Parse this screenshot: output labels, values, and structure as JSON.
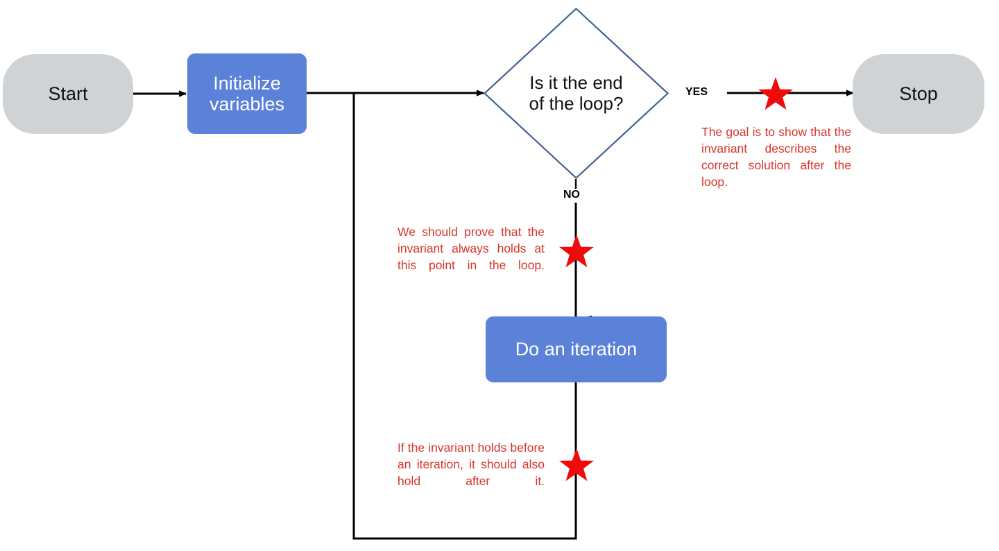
{
  "diagram": {
    "title": "Loop invariant proof flowchart",
    "type": "flowchart",
    "colors": {
      "process_fill": "#5b82d8",
      "terminal_fill": "#d0d3d6",
      "decision_stroke": "#40618c",
      "edge_stroke": "#000000",
      "annotation_text": "#d8352a",
      "star_fill": "#ef0b0b",
      "background": "#ffffff"
    },
    "nodes": [
      {
        "id": "start",
        "label": "Start",
        "shape": "terminal"
      },
      {
        "id": "init",
        "label": "Initialize\nvariables",
        "shape": "process"
      },
      {
        "id": "decision",
        "label": "Is it the end\nof the loop?",
        "shape": "decision"
      },
      {
        "id": "stop",
        "label": "Stop",
        "shape": "terminal"
      },
      {
        "id": "iterate",
        "label": "Do an iteration",
        "shape": "process"
      }
    ],
    "edge_labels": [
      {
        "id": "yes",
        "label": "YES"
      },
      {
        "id": "no",
        "label": "NO"
      }
    ],
    "annotations": [
      {
        "id": "goal",
        "text": "The goal is to show that the invariant describes the correct solution after the loop."
      },
      {
        "id": "holds-at-point",
        "text": "We should prove that the invariant always holds at this point in the loop."
      },
      {
        "id": "holds-after-iteration",
        "text": "If the invariant holds before an iteration, it should also hold after it."
      }
    ],
    "markers": [
      {
        "id": "star-yes",
        "name": "star"
      },
      {
        "id": "star-no",
        "name": "star"
      },
      {
        "id": "star-loopback",
        "name": "star"
      }
    ]
  }
}
